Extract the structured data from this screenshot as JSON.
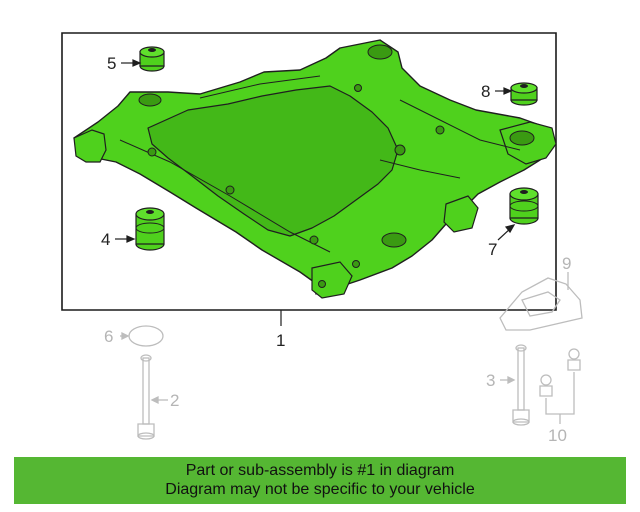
{
  "colors": {
    "part_fill": "#4fd11d",
    "part_stroke": "#1f1f1f",
    "ghost_stroke": "#bdbdbd",
    "banner_bg": "#55b733"
  },
  "callouts": {
    "c1": "1",
    "c2": "2",
    "c3": "3",
    "c4": "4",
    "c5": "5",
    "c6": "6",
    "c7": "7",
    "c8": "8",
    "c9": "9",
    "c10": "10"
  },
  "banner": {
    "line1": "Part or sub-assembly is #1 in diagram",
    "line2": "Diagram may not be specific to your vehicle"
  }
}
